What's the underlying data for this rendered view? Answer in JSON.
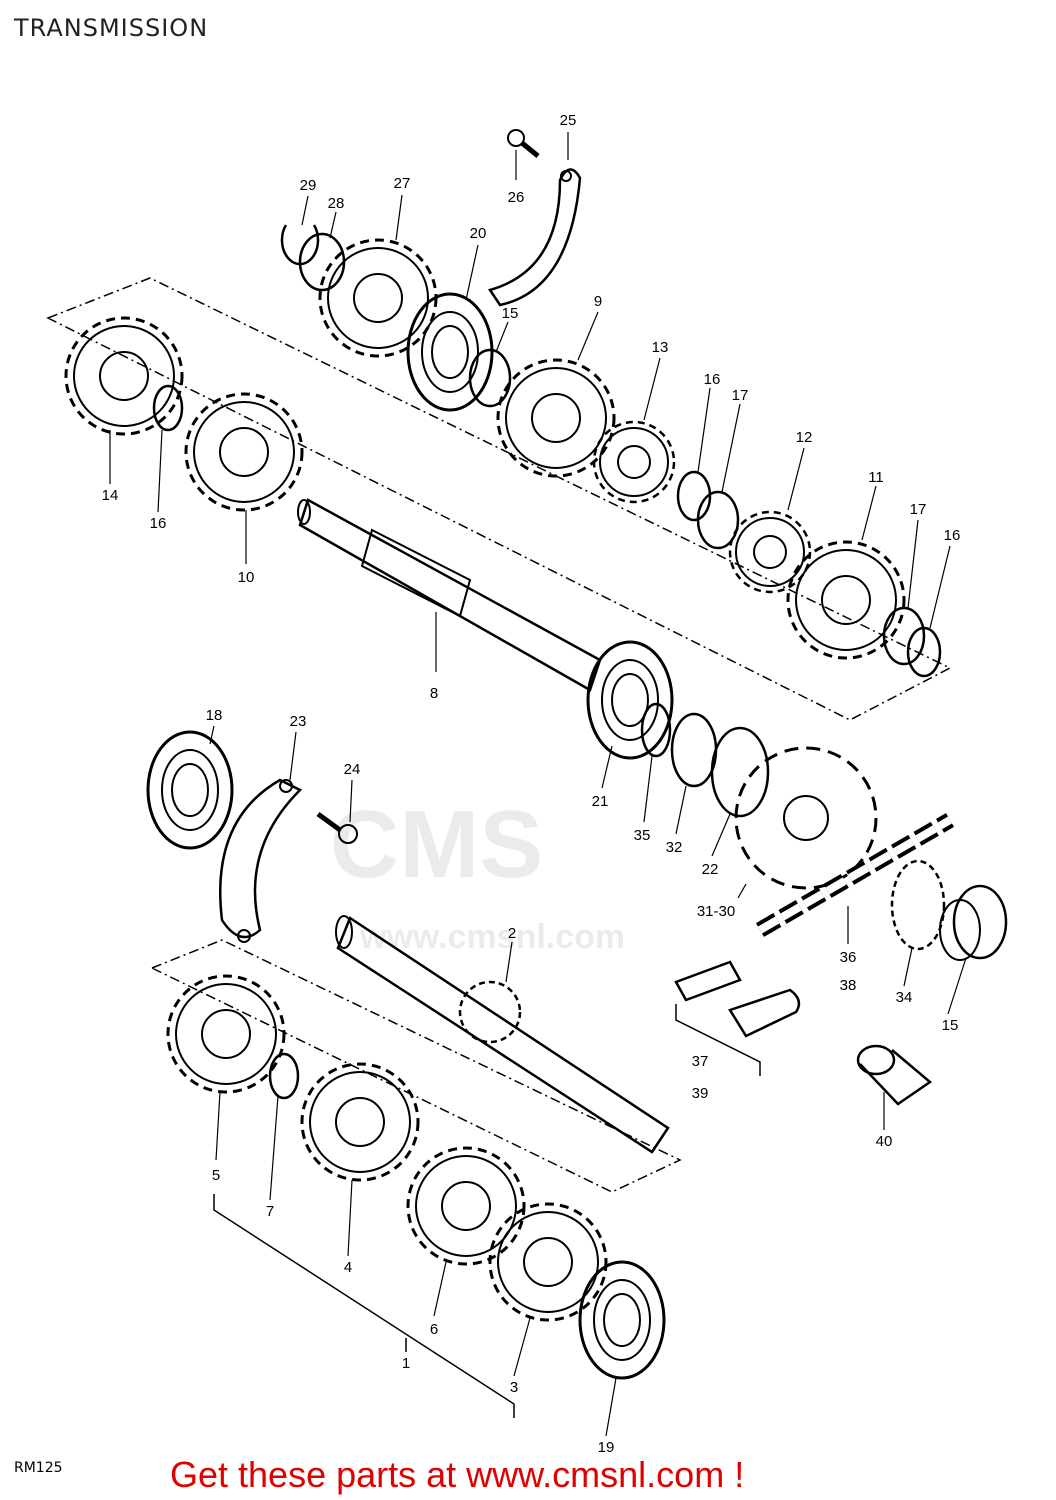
{
  "header": {
    "title": "TRANSMISSION"
  },
  "footer": {
    "diagram_code": "RM125",
    "promo_text": "Get these parts at www.cmsnl.com !"
  },
  "watermark": {
    "brand": "CMS",
    "url": "www.cmsnl.com"
  },
  "colors": {
    "promo": "#e00000",
    "line": "#000000"
  },
  "callouts": [
    {
      "id": "c25",
      "label": "25"
    },
    {
      "id": "c26",
      "label": "26"
    },
    {
      "id": "c29",
      "label": "29"
    },
    {
      "id": "c28",
      "label": "28"
    },
    {
      "id": "c27",
      "label": "27"
    },
    {
      "id": "c20",
      "label": "20"
    },
    {
      "id": "c15a",
      "label": "15"
    },
    {
      "id": "c9",
      "label": "9"
    },
    {
      "id": "c13",
      "label": "13"
    },
    {
      "id": "c16a",
      "label": "16"
    },
    {
      "id": "c17a",
      "label": "17"
    },
    {
      "id": "c12",
      "label": "12"
    },
    {
      "id": "c11",
      "label": "11"
    },
    {
      "id": "c17b",
      "label": "17"
    },
    {
      "id": "c16b",
      "label": "16"
    },
    {
      "id": "c14",
      "label": "14"
    },
    {
      "id": "c16c",
      "label": "16"
    },
    {
      "id": "c10",
      "label": "10"
    },
    {
      "id": "c8",
      "label": "8"
    },
    {
      "id": "c18",
      "label": "18"
    },
    {
      "id": "c23",
      "label": "23"
    },
    {
      "id": "c24",
      "label": "24"
    },
    {
      "id": "c21",
      "label": "21"
    },
    {
      "id": "c35",
      "label": "35"
    },
    {
      "id": "c32",
      "label": "32"
    },
    {
      "id": "c22",
      "label": "22"
    },
    {
      "id": "c3130",
      "label": "31-30"
    },
    {
      "id": "c36",
      "label": "36"
    },
    {
      "id": "c38",
      "label": "38"
    },
    {
      "id": "c34",
      "label": "34"
    },
    {
      "id": "c15b",
      "label": "15"
    },
    {
      "id": "c2",
      "label": "2"
    },
    {
      "id": "c37",
      "label": "37"
    },
    {
      "id": "c39",
      "label": "39"
    },
    {
      "id": "c40",
      "label": "40"
    },
    {
      "id": "c5",
      "label": "5"
    },
    {
      "id": "c7",
      "label": "7"
    },
    {
      "id": "c4",
      "label": "4"
    },
    {
      "id": "c6",
      "label": "6"
    },
    {
      "id": "c3",
      "label": "3"
    },
    {
      "id": "c1",
      "label": "1"
    },
    {
      "id": "c19",
      "label": "19"
    }
  ]
}
